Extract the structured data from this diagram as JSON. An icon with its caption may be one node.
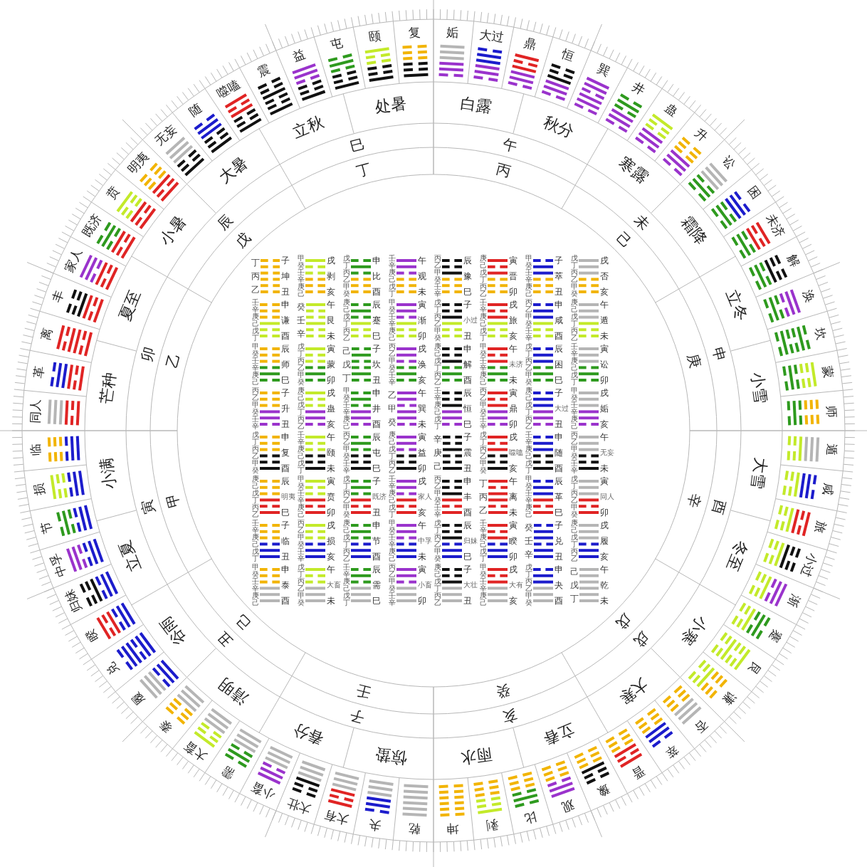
{
  "diagram": {
    "nodes": [
      {
        "text": [
          "姤"
        ]
      },
      {
        "text": [
          "大过"
        ]
      },
      {
        "text": [
          "鼎"
        ]
      },
      {
        "text": [
          "恒"
        ]
      },
      {
        "text": [
          "巽"
        ]
      },
      {
        "text": [
          "井"
        ]
      },
      {
        "text": [
          "蛊"
        ]
      },
      {
        "text": [
          "升"
        ]
      },
      {
        "text": [
          "讼"
        ]
      },
      {
        "text": [
          "困"
        ]
      },
      {
        "text": [
          "未济"
        ]
      },
      {
        "text": [
          "解"
        ]
      },
      {
        "text": [
          "涣"
        ]
      },
      {
        "text": [
          "坎"
        ]
      },
      {
        "text": [
          "蒙"
        ]
      },
      {
        "text": [
          "师"
        ]
      },
      {
        "text": [
          "遁"
        ]
      },
      {
        "text": [
          "咸"
        ]
      },
      {
        "text": [
          "旅"
        ]
      },
      {
        "text": [
          "小过"
        ]
      },
      {
        "text": [
          "渐"
        ]
      },
      {
        "text": [
          "蹇"
        ]
      },
      {
        "text": [
          "艮"
        ]
      },
      {
        "text": [
          "谦"
        ]
      },
      {
        "text": [
          "否"
        ]
      },
      {
        "text": [
          "萃"
        ]
      },
      {
        "text": [
          "晋"
        ]
      },
      {
        "text": [
          "豫"
        ]
      },
      {
        "text": [
          "观"
        ]
      },
      {
        "text": [
          "比"
        ]
      },
      {
        "text": [
          "剥"
        ]
      },
      {
        "text": [
          "坤"
        ]
      },
      {
        "text": [
          "乾"
        ]
      },
      {
        "text": [
          "夬"
        ]
      },
      {
        "text": [
          "大有"
        ]
      },
      {
        "text": [
          "大壮"
        ]
      },
      {
        "text": [
          "小畜"
        ]
      },
      {
        "text": [
          "需"
        ]
      },
      {
        "text": [
          "大畜"
        ]
      },
      {
        "text": [
          "泰"
        ]
      },
      {
        "text": [
          "履"
        ]
      },
      {
        "text": [
          "兑"
        ]
      },
      {
        "text": [
          "睽"
        ]
      },
      {
        "text": [
          "归妹"
        ]
      },
      {
        "text": [
          "中孚"
        ]
      },
      {
        "text": [
          "节"
        ]
      },
      {
        "text": [
          "损"
        ]
      },
      {
        "text": [
          "临"
        ]
      },
      {
        "text": [
          "同人"
        ]
      },
      {
        "text": [
          "革"
        ]
      },
      {
        "text": [
          "离"
        ]
      },
      {
        "text": [
          "丰"
        ]
      },
      {
        "text": [
          "家人"
        ]
      },
      {
        "text": [
          "既济"
        ]
      },
      {
        "text": [
          "贲"
        ]
      },
      {
        "text": [
          "明夷"
        ]
      },
      {
        "text": [
          "无妄"
        ]
      },
      {
        "text": [
          "随"
        ]
      },
      {
        "text": [
          "噬嗑"
        ]
      },
      {
        "text": [
          "震"
        ]
      },
      {
        "text": [
          "益"
        ]
      },
      {
        "text": [
          "屯"
        ]
      },
      {
        "text": [
          "颐"
        ]
      },
      {
        "text": [
          "复"
        ]
      },
      {
        "text": [
          "白露"
        ]
      },
      {
        "text": [
          "秋分"
        ]
      },
      {
        "text": [
          "寒露"
        ]
      },
      {
        "text": [
          "霜降"
        ]
      },
      {
        "text": [
          "立冬"
        ]
      },
      {
        "text": [
          "小雪"
        ]
      },
      {
        "text": [
          "大雪"
        ]
      },
      {
        "text": [
          "冬至"
        ]
      },
      {
        "text": [
          "小寒"
        ]
      },
      {
        "text": [
          "大寒"
        ]
      },
      {
        "text": [
          "立春"
        ]
      },
      {
        "text": [
          "雨水"
        ]
      },
      {
        "text": [
          "惊蛰"
        ]
      },
      {
        "text": [
          "春分"
        ]
      },
      {
        "text": [
          "清明"
        ]
      },
      {
        "text": [
          "谷雨"
        ]
      },
      {
        "text": [
          "立夏"
        ]
      },
      {
        "text": [
          "小满"
        ]
      },
      {
        "text": [
          "芒种"
        ]
      },
      {
        "text": [
          "夏至"
        ]
      },
      {
        "text": [
          "小暑"
        ]
      },
      {
        "text": [
          "大暑"
        ]
      },
      {
        "text": [
          "立秋"
        ]
      },
      {
        "text": [
          "处暑"
        ]
      },
      {
        "text": [
          "午"
        ]
      },
      {
        "text": [
          "未"
        ]
      },
      {
        "text": [
          "申"
        ]
      },
      {
        "text": [
          "酉"
        ]
      },
      {
        "text": [
          "戌"
        ]
      },
      {
        "text": [
          "亥"
        ]
      },
      {
        "text": [
          "子"
        ]
      },
      {
        "text": [
          "丑"
        ]
      },
      {
        "text": [
          "寅"
        ]
      },
      {
        "text": [
          "卯"
        ]
      },
      {
        "text": [
          "辰"
        ]
      },
      {
        "text": [
          "巳"
        ]
      },
      {
        "text": [
          "丙"
        ]
      },
      {
        "text": [
          "己"
        ]
      },
      {
        "text": [
          "庚"
        ]
      },
      {
        "text": [
          "辛"
        ]
      },
      {
        "text": [
          "戊"
        ]
      },
      {
        "text": [
          "癸"
        ]
      },
      {
        "text": [
          "壬"
        ]
      },
      {
        "text": [
          "己"
        ]
      },
      {
        "text": [
          "甲"
        ]
      },
      {
        "text": [
          "乙"
        ]
      },
      {
        "text": [
          "戊"
        ]
      },
      {
        "text": [
          "丁"
        ]
      },
      {
        "text": [
          "丁",
          "丙",
          "乙",
          "子",
          "坤",
          "丑"
        ]
      },
      {
        "text": [
          "甲癸壬辛庚己",
          "戌",
          "剥",
          "亥"
        ]
      },
      {
        "text": [
          "戊丁丙乙甲癸",
          "申",
          "比",
          "酉"
        ]
      },
      {
        "text": [
          "壬辛庚己戊丁",
          "午",
          "观",
          "未"
        ]
      },
      {
        "text": [
          "丙乙甲癸壬辛",
          "辰",
          "豫",
          "巳"
        ]
      },
      {
        "text": [
          "庚己戊丁丙乙",
          "寅",
          "晋",
          "卯"
        ]
      },
      {
        "text": [
          "甲癸壬辛庚己",
          "子",
          "萃",
          "丑"
        ]
      },
      {
        "text": [
          "戊丁丙乙甲癸",
          "戌",
          "否",
          "亥"
        ]
      },
      {
        "text": [
          "壬辛庚己戊丁",
          "申",
          "谦",
          "酉"
        ]
      },
      {
        "text": [
          "癸",
          "壬",
          "辛",
          "午",
          "艮",
          "未"
        ]
      },
      {
        "text": [
          "庚己戊丁丙乙",
          "辰",
          "蹇",
          "巳"
        ]
      },
      {
        "text": [
          "甲癸壬辛庚己",
          "寅",
          "渐",
          "卯"
        ]
      },
      {
        "text": [
          "戊丁丙乙甲癸",
          "子",
          "小过",
          "丑"
        ]
      },
      {
        "text": [
          "壬辛庚己戊丁",
          "戌",
          "旅",
          "亥"
        ]
      },
      {
        "text": [
          "丙乙甲癸壬辛",
          "申",
          "咸",
          "酉"
        ]
      },
      {
        "text": [
          "庚己戊丁丙乙",
          "午",
          "遁",
          "未"
        ]
      },
      {
        "text": [
          "甲癸壬辛庚己",
          "辰",
          "师",
          "巳"
        ]
      },
      {
        "text": [
          "戊丁丙乙甲癸",
          "寅",
          "蒙",
          "卯"
        ]
      },
      {
        "text": [
          "己",
          "戊",
          "丁",
          "子",
          "坎",
          "丑"
        ]
      },
      {
        "text": [
          "丙乙甲癸壬辛",
          "戌",
          "涣",
          "亥"
        ]
      },
      {
        "text": [
          "庚己戊丁丙乙",
          "申",
          "解",
          "酉"
        ]
      },
      {
        "text": [
          "甲癸壬辛庚己",
          "午",
          "未济",
          "未"
        ]
      },
      {
        "text": [
          "戊丁丙乙甲癸",
          "辰",
          "困",
          "巳"
        ]
      },
      {
        "text": [
          "壬辛庚己戊丁",
          "寅",
          "讼",
          "卯"
        ]
      },
      {
        "text": [
          "丙乙甲癸壬辛",
          "子",
          "升",
          "丑"
        ]
      },
      {
        "text": [
          "庚己戊丁丙乙",
          "戌",
          "蛊",
          "亥"
        ]
      },
      {
        "text": [
          "甲癸壬辛庚己",
          "申",
          "井",
          "酉"
        ]
      },
      {
        "text": [
          "乙",
          "甲",
          "癸",
          "午",
          "巽",
          "未"
        ]
      },
      {
        "text": [
          "壬辛庚己戊丁",
          "辰",
          "恒",
          "巳"
        ]
      },
      {
        "text": [
          "丙乙甲癸壬辛",
          "寅",
          "鼎",
          "卯"
        ]
      },
      {
        "text": [
          "庚己戊丁丙乙",
          "子",
          "大过",
          "丑"
        ]
      },
      {
        "text": [
          "甲癸壬辛庚己",
          "戌",
          "姤",
          "亥"
        ]
      },
      {
        "text": [
          "戊丁丙乙甲癸",
          "申",
          "复",
          "酉"
        ]
      },
      {
        "text": [
          "壬辛庚己戊丁",
          "午",
          "颐",
          "未"
        ]
      },
      {
        "text": [
          "丙乙甲癸壬辛",
          "辰",
          "屯",
          "巳"
        ]
      },
      {
        "text": [
          "庚己戊丁丙乙",
          "寅",
          "益",
          "卯"
        ]
      },
      {
        "text": [
          "辛",
          "庚",
          "己",
          "子",
          "震",
          "丑"
        ]
      },
      {
        "text": [
          "戊丁丙乙甲癸",
          "戌",
          "噬嗑",
          "亥"
        ]
      },
      {
        "text": [
          "壬辛庚己戊丁",
          "申",
          "随",
          "酉"
        ]
      },
      {
        "text": [
          "丙乙甲癸壬辛",
          "午",
          "无妄",
          "未"
        ]
      },
      {
        "text": [
          "庚己戊丁丙乙",
          "辰",
          "明夷",
          "巳"
        ]
      },
      {
        "text": [
          "甲癸壬辛庚己",
          "寅",
          "贲",
          "卯"
        ]
      },
      {
        "text": [
          "戊丁丙乙甲癸",
          "子",
          "既济",
          "丑"
        ]
      },
      {
        "text": [
          "壬辛庚己戊丁",
          "戌",
          "家人",
          "亥"
        ]
      },
      {
        "text": [
          "丙乙甲癸壬辛",
          "申",
          "丰",
          "酉"
        ]
      },
      {
        "text": [
          "丁",
          "丙",
          "乙",
          "午",
          "离",
          "未"
        ]
      },
      {
        "text": [
          "甲癸壬辛庚己",
          "辰",
          "革",
          "巳"
        ]
      },
      {
        "text": [
          "戊丁丙乙甲癸",
          "寅",
          "同人",
          "卯"
        ]
      },
      {
        "text": [
          "壬辛庚己戊丁",
          "子",
          "临",
          "丑"
        ]
      },
      {
        "text": [
          "丙乙甲癸壬辛",
          "戌",
          "损",
          "亥"
        ]
      },
      {
        "text": [
          "庚己戊丁丙乙",
          "申",
          "节",
          "酉"
        ]
      },
      {
        "text": [
          "甲癸壬辛庚己",
          "午",
          "中孚",
          "未"
        ]
      },
      {
        "text": [
          "戊丁丙乙甲癸",
          "辰",
          "归妹",
          "巳"
        ]
      },
      {
        "text": [
          "壬辛庚己戊丁",
          "寅",
          "睽",
          "卯"
        ]
      },
      {
        "text": [
          "癸",
          "壬",
          "辛",
          "子",
          "兑",
          "丑"
        ]
      },
      {
        "text": [
          "庚己戊丁丙乙",
          "戌",
          "履",
          "亥"
        ]
      },
      {
        "text": [
          "甲癸壬辛庚己",
          "申",
          "泰",
          "酉"
        ]
      },
      {
        "text": [
          "戊丁丙乙甲癸",
          "午",
          "大畜",
          "未"
        ]
      },
      {
        "text": [
          "壬辛庚己戊丁",
          "辰",
          "需",
          "巳"
        ]
      },
      {
        "text": [
          "丙乙甲癸壬辛",
          "寅",
          "小畜",
          "卯"
        ]
      },
      {
        "text": [
          "庚己戊丁丙乙",
          "子",
          "大壮",
          "丑"
        ]
      },
      {
        "text": [
          "甲癸壬辛庚己",
          "戌",
          "大有",
          "亥"
        ]
      },
      {
        "text": [
          "戊丁丙乙甲癸",
          "申",
          "夬",
          "酉"
        ]
      },
      {
        "text": [
          "己",
          "戊",
          "丁",
          "午",
          "乾",
          "未"
        ]
      }
    ]
  }
}
